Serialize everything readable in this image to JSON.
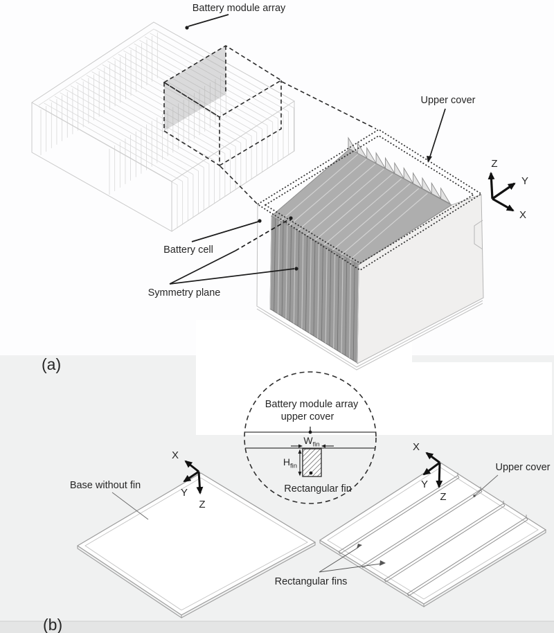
{
  "colors": {
    "text_ink": "#262626",
    "dark_line": "#2e2e2e",
    "cell_gray": "#9b9b9b",
    "top_face_gray": "#aeaeae",
    "casing_gray": "#f0efee",
    "wireframe_gray": "#cdcdcd",
    "lower_page_bg": "#f0f1f1",
    "bottom_bar": "#e4e5e5"
  },
  "panel_a": {
    "tag": "(a)",
    "labels": {
      "battery_module_array": "Battery module array",
      "upper_cover": "Upper cover",
      "battery_cell": "Battery cell",
      "symmetry_plane": "Symmetry plane"
    },
    "axes": {
      "x": "X",
      "y": "Y",
      "z": "Z"
    }
  },
  "panel_b": {
    "tag": "(b)",
    "callout": {
      "title_line1": "Battery module array",
      "title_line2": "upper cover",
      "fin_width_main": "W",
      "fin_width_sub": "fin",
      "fin_height_main": "H",
      "fin_height_sub": "fin",
      "fin_label": "Rectangular fin"
    },
    "labels": {
      "base_without_fin": "Base without fin",
      "upper_cover": "Upper cover",
      "rectangular_fins": "Rectangular fins"
    },
    "axes_left": {
      "x": "X",
      "y": "Y",
      "z": "Z"
    },
    "axes_right": {
      "x": "X",
      "y": "Y",
      "z": "Z"
    }
  }
}
